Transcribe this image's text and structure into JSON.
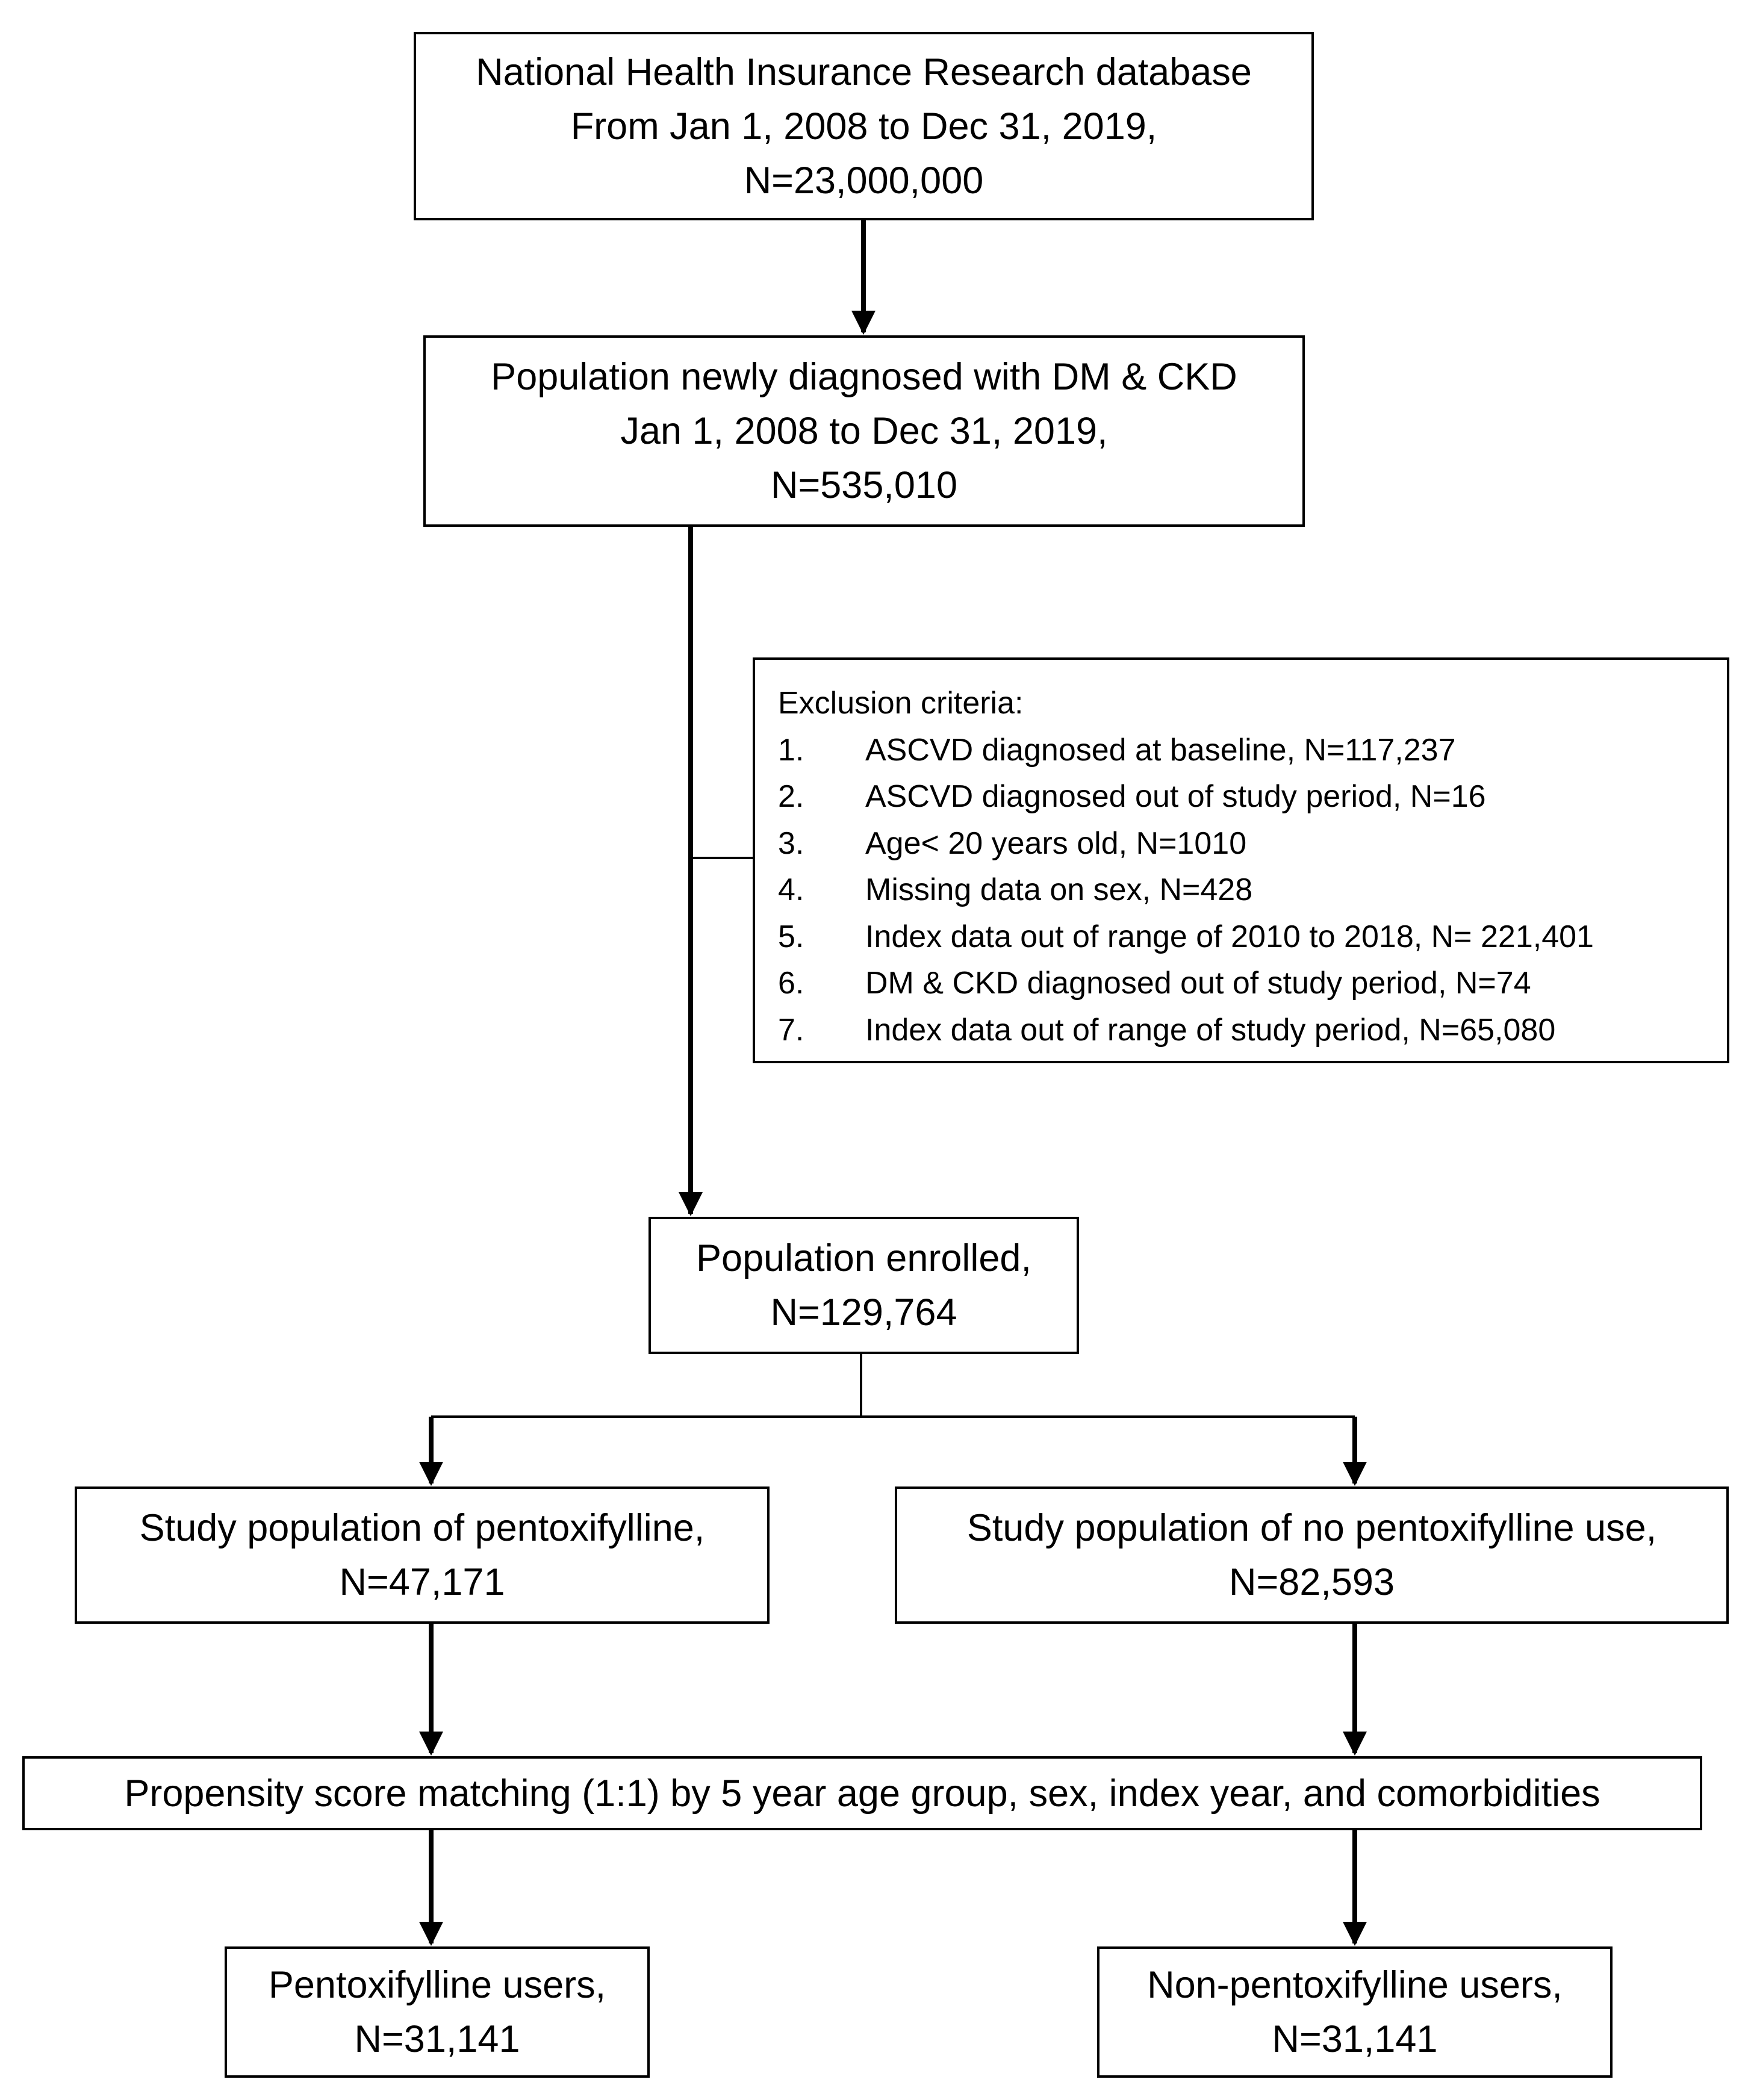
{
  "boxes": {
    "database": {
      "lines": [
        "National Health Insurance Research database",
        "From Jan 1, 2008 to Dec 31, 2019,",
        "N=23,000,000"
      ]
    },
    "newly_diagnosed": {
      "lines": [
        "Population newly diagnosed with DM & CKD",
        "Jan 1, 2008 to Dec 31, 2019,",
        "N=535,010"
      ]
    },
    "exclusion": {
      "title": "Exclusion criteria:",
      "items": [
        {
          "num": "1.",
          "text": "ASCVD diagnosed at baseline, N=117,237"
        },
        {
          "num": "2.",
          "text": "ASCVD diagnosed out of study period, N=16"
        },
        {
          "num": "3.",
          "text": "Age< 20 years old, N=1010"
        },
        {
          "num": "4.",
          "text": "Missing data on sex, N=428"
        },
        {
          "num": "5.",
          "text": "Index data out of range of 2010 to 2018, N= 221,401"
        },
        {
          "num": "6.",
          "text": "DM & CKD diagnosed out of study period, N=74"
        },
        {
          "num": "7.",
          "text": "Index data out of range of study period, N=65,080"
        }
      ]
    },
    "enrolled": {
      "lines": [
        "Population enrolled,",
        "N=129,764"
      ]
    },
    "pentoxifylline_group": {
      "lines": [
        "Study population of pentoxifylline,",
        "N=47,171"
      ]
    },
    "no_pentoxifylline_group": {
      "lines": [
        "Study population of no pentoxifylline use,",
        "N=82,593"
      ]
    },
    "matching": {
      "lines": [
        "Propensity score matching (1:1) by 5 year age group, sex, index year, and comorbidities"
      ]
    },
    "users": {
      "lines": [
        "Pentoxifylline users,",
        "N=31,141"
      ]
    },
    "non_users": {
      "lines": [
        "Non-pentoxifylline users,",
        "N=31,141"
      ]
    }
  }
}
